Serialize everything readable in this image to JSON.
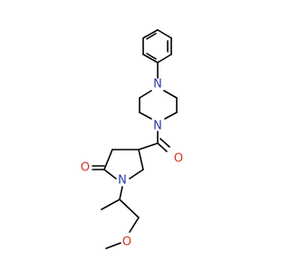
{
  "molecule": {
    "atoms": {
      "n_piperazine_top": {
        "symbol": "N",
        "color": "#2a3aa8"
      },
      "n_piperazine_bottom": {
        "symbol": "N",
        "color": "#2a3aa8"
      },
      "o_carbonyl_amide": {
        "symbol": "O",
        "color": "#d2321f"
      },
      "n_pyrrolidinone": {
        "symbol": "N",
        "color": "#2a3aa8"
      },
      "o_lactam": {
        "symbol": "O",
        "color": "#d2321f"
      },
      "o_ether": {
        "symbol": "O",
        "color": "#d2321f"
      }
    },
    "bond_color": "#000000",
    "background": "#ffffff"
  }
}
